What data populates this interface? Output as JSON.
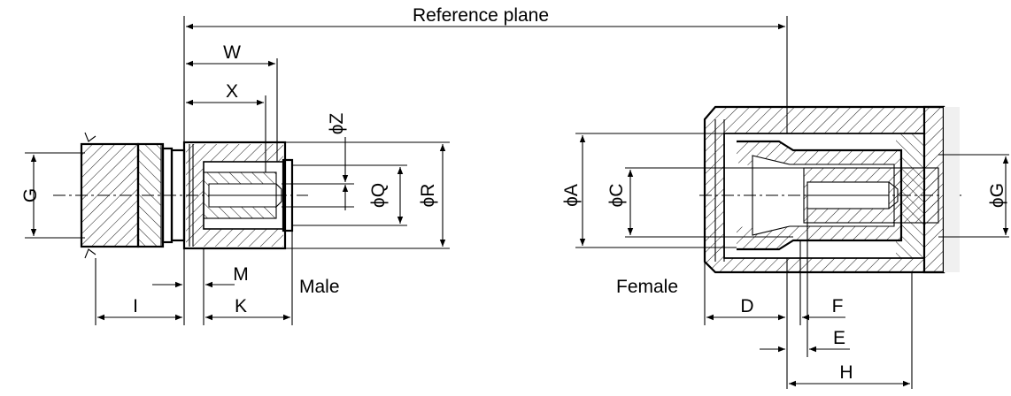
{
  "labels": {
    "reference_plane": "Reference plane",
    "w": "W",
    "x": "X",
    "z": "ϕZ",
    "q": "ϕQ",
    "r": "ϕR",
    "g_left": "G",
    "m": "M",
    "k": "K",
    "i": "I",
    "male": "Male",
    "female": "Female",
    "a": "ϕA",
    "c": "ϕC",
    "g_right": "ϕG",
    "d": "D",
    "f": "F",
    "e": "E",
    "h": "H"
  }
}
